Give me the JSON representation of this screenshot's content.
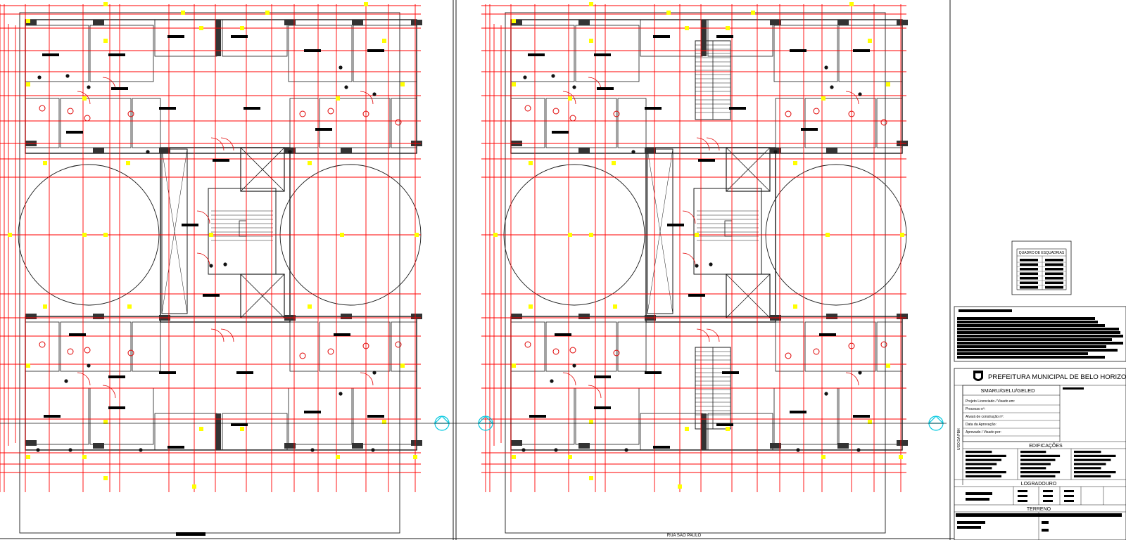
{
  "title_block": {
    "municipality": "PREFEITURA MUNICIPAL DE BELO HORIZONTE",
    "department": "SMARU/GELU/GELED",
    "fields": [
      "Projeto Licenciado / Visado em:",
      "Processo nº:",
      "Alvará de construção nº:",
      "Data da Aprovação:",
      "Aprovado / Visado por:"
    ],
    "vertical_label": "USO DA PBH",
    "section_edificacoes": "EDIFICAÇÕES",
    "section_logradouro": "LOGRADOURO",
    "section_terreno": "TERRENO"
  },
  "frames_table": {
    "title": "QUADRO DE ESQUADRIAS"
  },
  "street_label": "RUA SÃO PAULO",
  "colors": {
    "linework": "#1a1a1a",
    "axes": "#ff0000",
    "fixtures": "#e00000",
    "markers": "#ffff00",
    "level_marker": "#00c8e0",
    "redaction": "#000000"
  }
}
